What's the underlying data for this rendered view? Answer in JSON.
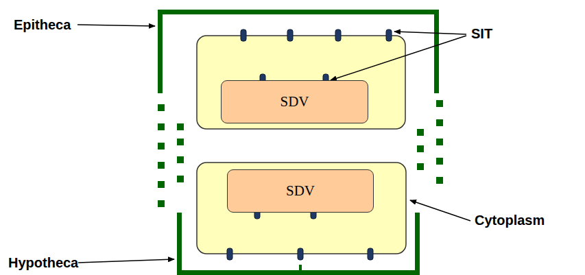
{
  "diagram": {
    "nodes": [
      {
        "text": [
          "SDV"
        ]
      },
      {
        "text": [
          "SDV"
        ]
      }
    ],
    "labels": [
      "Epitheca",
      "SIT",
      "Cytoplasm",
      "Hypotheca"
    ]
  }
}
